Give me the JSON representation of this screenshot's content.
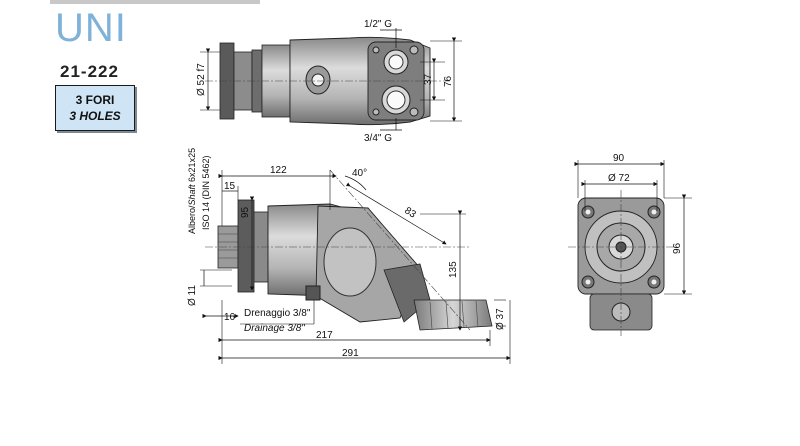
{
  "header": {
    "series": "UNI",
    "model": "21-222",
    "holes_it": "3 FORI",
    "holes_en": "3 HOLES"
  },
  "top_view": {
    "port_top": "1/2\" G",
    "port_bottom": "3/4\" G",
    "flange_dia": "Ø 52 f7",
    "dim_37": "37",
    "dim_76": "76"
  },
  "side_view": {
    "shaft_it": "Albero/",
    "shaft_en": "Shaft",
    "shaft_spec": " 6x21x25",
    "iso": "ISO 14 (DIN 5462)",
    "dim_122": "122",
    "dim_15": "15",
    "dim_95": "95",
    "angle": "40°",
    "dim_83": "83",
    "dim_135": "135",
    "dim_11": "Ø 11",
    "dim_16": "16",
    "drain_it": "Drenaggio 3/8\"",
    "drain_en": "Drainage 3/8\"",
    "dim_217": "217",
    "dim_291": "291",
    "dim_37": "Ø 37"
  },
  "front_view": {
    "dim_90": "90",
    "dim_72": "Ø 72",
    "dim_96": "96"
  }
}
